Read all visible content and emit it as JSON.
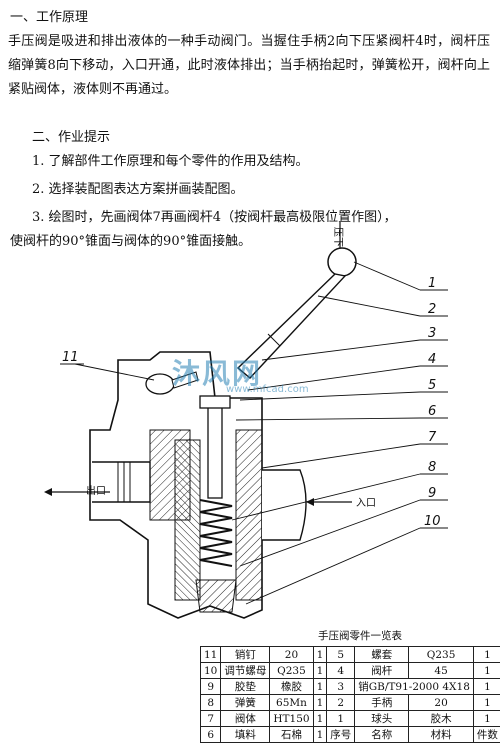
{
  "section1": {
    "title": "一、工作原理"
  },
  "principle": "手压阀是吸进和排出液体的一种手动阀门。当握住手柄2向下压紧阀杆4时，阀杆压缩弹簧8向下移动，入口开通，此时液体排出；当手柄抬起时，弹簧松开，阀杆向上紧贴阀体，液体则不再通过。",
  "section2": {
    "title": "二、作业提示"
  },
  "tips": [
    "1. 了解部件工作原理和每个零件的作用及结构。",
    "2. 选择装配图表达方案拼画装配图。",
    "3. 绘图时，先画阀体7再画阀杆4（按阀杆最高极限位置作图），",
    "使阀杆的90°锥面与阀体的90°锥面接触。"
  ],
  "annotations": {
    "press": "压下",
    "outlet": "出口",
    "inlet": "入口"
  },
  "callouts": [
    "1",
    "2",
    "3",
    "4",
    "5",
    "6",
    "7",
    "8",
    "9",
    "10",
    "11"
  ],
  "watermark": {
    "brand": "沐风网",
    "url": "www.mfcad.com"
  },
  "parts_table": {
    "title": "手压阀零件一览表",
    "rows": [
      [
        "11",
        "销钉",
        "20",
        "1",
        "5",
        "螺套",
        "Q235",
        "1"
      ],
      [
        "10",
        "调节螺母",
        "Q235",
        "1",
        "4",
        "阀杆",
        "45",
        "1"
      ],
      [
        "9",
        "胶垫",
        "橡胶",
        "1",
        "3",
        "销GB/T91-2000 4X18",
        "",
        "1"
      ],
      [
        "8",
        "弹簧",
        "65Mn",
        "1",
        "2",
        "手柄",
        "20",
        "1"
      ],
      [
        "7",
        "阀体",
        "HT150",
        "1",
        "1",
        "球头",
        "胶木",
        "1"
      ],
      [
        "6",
        "填料",
        "石棉",
        "1",
        "序号",
        "名称",
        "材料",
        "件数"
      ]
    ]
  }
}
